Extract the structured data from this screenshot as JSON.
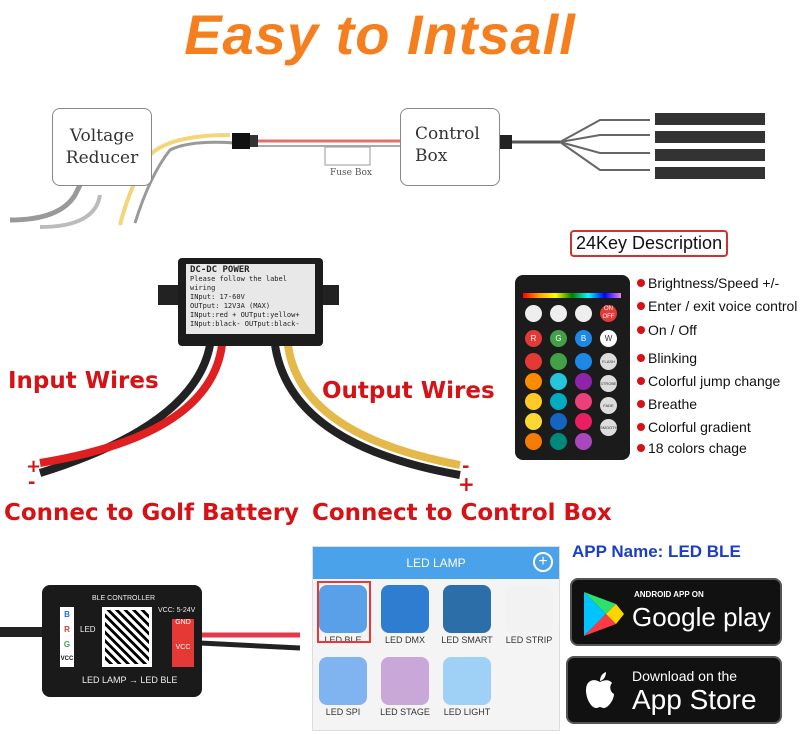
{
  "title": "Easy to Intsall",
  "diagram": {
    "voltage_reducer": "Voltage Reducer",
    "control_box": "Control Box",
    "fuse_box": "Fuse Box"
  },
  "reducer_label": {
    "line1": "DC-DC POWER",
    "line2": "Please follow the label wiring",
    "line3": "INput: 17-60V",
    "line4": "OUTput: 12V3A (MAX)",
    "line5": "INput:red + OUTput:yellow+",
    "line6": "INput:black- OUTput:black-"
  },
  "wires": {
    "input": "Input Wires",
    "output": "Output Wires",
    "plus": "+",
    "minus": "-",
    "connect_battery": "Connec to Golf Battery",
    "connect_box": "Connect to Control Box"
  },
  "remote": {
    "header": "24Key Description",
    "on_label": "ON",
    "off_label": "OFF",
    "w_label": "W",
    "r_label": "R",
    "g_label": "G",
    "b_label": "B",
    "flash": "FLASH",
    "strobe": "STROBE",
    "fade": "FADE",
    "smooth": "SMOOTH",
    "items": [
      "Brightness/Speed +/-",
      "Enter / exit voice control",
      "On / Off",
      "Blinking",
      "Colorful jump change",
      "Breathe",
      "Colorful gradient",
      "18 colors chage"
    ],
    "colors": [
      "#e53935",
      "#43a047",
      "#1e88e5",
      "#fb8c00",
      "#26c6da",
      "#8e24aa",
      "#ffca28",
      "#00acc1",
      "#ec407a",
      "#fdd835",
      "#1565c0",
      "#e91e63",
      "#f57c00",
      "#00897b",
      "#ab47bc"
    ]
  },
  "controller": {
    "brand": "BLE CONTROLLER",
    "pins": [
      "B",
      "R",
      "G",
      "VCC"
    ],
    "led": "LED",
    "spec": "VCC: 5-24V",
    "gnd": "GND",
    "vcc": "VCC",
    "footer": "LED LAMP → LED BLE"
  },
  "app": {
    "header": "LED LAMP",
    "plus": "+",
    "name_label": "APP Name: LED BLE",
    "icons": [
      {
        "label": "LED BLE",
        "color": "#5aa0e8"
      },
      {
        "label": "LED DMX",
        "color": "#2f7dd1"
      },
      {
        "label": "LED SMART",
        "color": "#2c6fa8"
      },
      {
        "label": "LED STRIP",
        "color": "#f2f2f2"
      },
      {
        "label": "LED SPI",
        "color": "#7fb4f0"
      },
      {
        "label": "LED STAGE",
        "color": "#c9a7d8"
      },
      {
        "label": "LED LIGHT",
        "color": "#9fd0f5"
      }
    ]
  },
  "stores": {
    "google_small": "ANDROID APP ON",
    "google_big": "Google play",
    "apple_small": "Download on the",
    "apple_big": "App Store"
  }
}
